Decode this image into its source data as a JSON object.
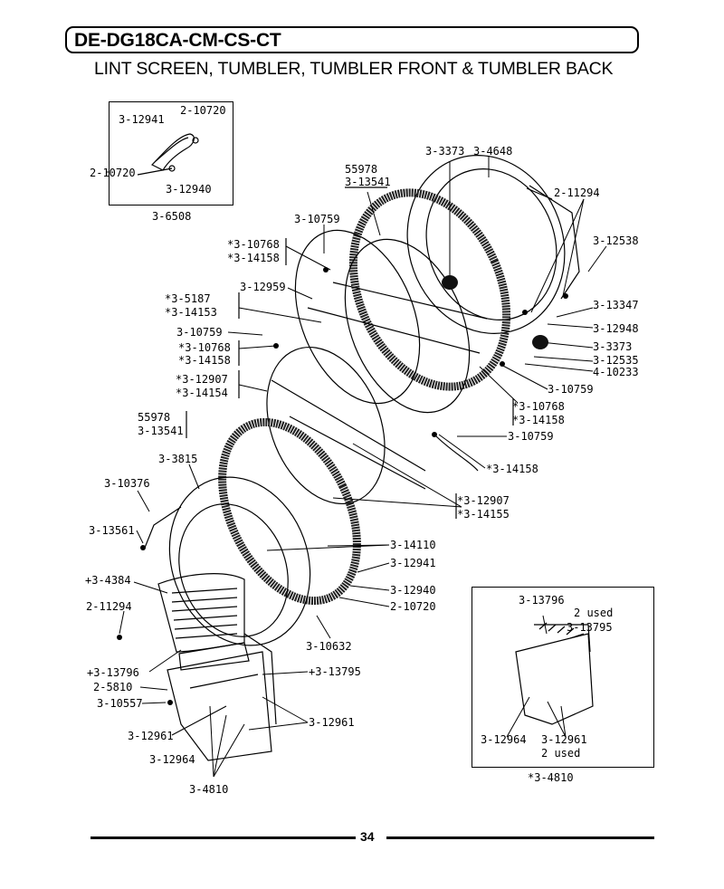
{
  "header": {
    "model": "DE-DG18CA-CM-CS-CT",
    "section": "LINT SCREEN, TUMBLER, TUMBLER FRONT & TUMBLER BACK"
  },
  "inset_top_left": {
    "labels": [
      "3-12941",
      "2-10720",
      "2-10720",
      "3-12940"
    ],
    "caption": "3-6508"
  },
  "inset_bottom_right": {
    "labels": [
      "3-13796",
      "2 used",
      "3-13795",
      "3-12964",
      "3-12961",
      "2 used"
    ],
    "caption": "*3-4810"
  },
  "callouts": {
    "p3373a": "3-3373",
    "p4648": "3-4648",
    "p55978a": "55978",
    "p13541a": "3-13541",
    "p11294a": "2-11294",
    "p10759a": "3-10759",
    "p12538": "3-12538",
    "p10768a": "*3-10768",
    "p14158a": "*3-14158",
    "p12959": "3-12959",
    "p13347": "3-13347",
    "p5187": "*3-5187",
    "p14153": "*3-14153",
    "p12948": "3-12948",
    "p10759b": "3-10759",
    "p3373b": "3-3373",
    "p10768b": "*3-10768",
    "p12535": "3-12535",
    "p14158b": "*3-14158",
    "p10233": "4-10233",
    "p12907a": "*3-12907",
    "p10759c": "3-10759",
    "p14154": "*3-14154",
    "p10768c": "*3-10768",
    "p14158c": "*3-14158",
    "p55978b": "55978",
    "p13541b": "3-13541",
    "p10759d": "3-10759",
    "p3815": "3-3815",
    "p14158d": "*3-14158",
    "p10376": "3-10376",
    "p12907b": "*3-12907",
    "p14155": "*3-14155",
    "p13561": "3-13561",
    "p14110": "3-14110",
    "p4384": "+3-4384",
    "p12941": "3-12941",
    "p12940": "3-12940",
    "p11294b": "2-11294",
    "p10720": "2-10720",
    "p10632": "3-10632",
    "p13796": "+3-13796",
    "p13795": "+3-13795",
    "p5810": "2-5810",
    "p10557": "3-10557",
    "p12961a": "3-12961",
    "p12961b": "3-12961",
    "p12964": "3-12964",
    "p4810": "3-4810"
  },
  "footer": {
    "page_number": "34"
  }
}
